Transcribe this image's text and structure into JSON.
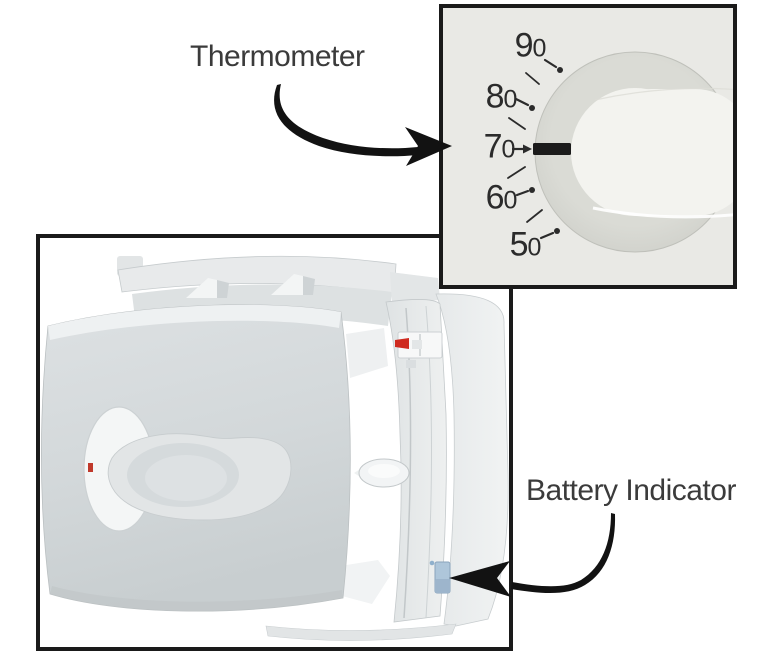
{
  "page": {
    "background_color": "#ffffff",
    "panel_border_color": "#1a1a1a"
  },
  "callouts": {
    "thermometer": {
      "label": "Thermometer"
    },
    "battery_indicator": {
      "label": "Battery Indicator"
    }
  },
  "inset": {
    "description": "close-up of thermostat temperature dial",
    "background_color": "#e9e9e5",
    "pointer_color": "#1b1b1b",
    "set_temperature": "70",
    "scale": [
      {
        "value": "90",
        "d1": "9",
        "d0": "0"
      },
      {
        "value": "80",
        "d1": "8",
        "d0": "0"
      },
      {
        "value": "70",
        "d1": "7",
        "d0": "0"
      },
      {
        "value": "60",
        "d1": "6",
        "d0": "0"
      },
      {
        "value": "50",
        "d1": "5",
        "d0": "0"
      }
    ]
  },
  "device": {
    "name": "mechanical thermostat (side view)",
    "battery_indicator_color": "#aec6da",
    "battery_indicator_dark_color": "#9db5cc",
    "mode_switch_color": "#cf2b20",
    "arrow_color": "#121212"
  }
}
